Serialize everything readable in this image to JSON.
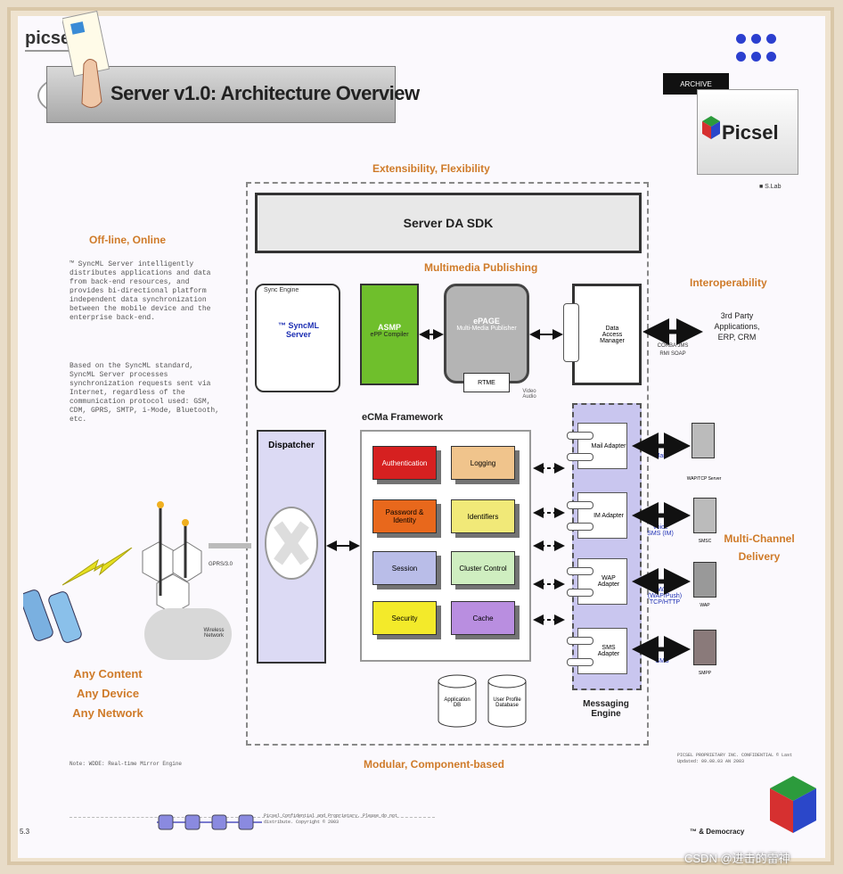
{
  "header": {
    "logo_text": "picsel",
    "title": "Server v1.0: Architecture Overview",
    "brand_box_label": "ARCHIVE",
    "brand_name": "Picsel",
    "brand_caption": "■ S.Lab"
  },
  "labels": {
    "extensibility": "Extensibility, Flexibility",
    "server_sdk": "Server DA SDK",
    "multimedia": "Multimedia Publishing",
    "offline_online": "Off-line, Online",
    "interoperability": "Interoperability",
    "third_party": "3rd Party Applications, ERP, CRM",
    "multi_channel": "Multi-Channel Delivery",
    "modular": "Modular, Component-based",
    "any_content": "Any Content",
    "any_device": "Any Device",
    "any_network": "Any Network",
    "messaging_engine": "Messaging Engine",
    "ecms": "eCMa Framework",
    "dispatcher": "Dispatcher",
    "sync_engine": "Sync Engine",
    "syncml_server": "™ SyncML Server",
    "asmp": "ASMP",
    "asmp_sub": "ePP Compiler",
    "epage": "ePAGE",
    "epage_sub": "Multi-Media Publisher",
    "rtme": "RTME",
    "video_audio": "Video Audio",
    "data_access": "Data Access Manager",
    "protocols_left": "CORBA JMS RMI SOAP",
    "wireless_net": "Wireless Network",
    "gprs": "GPRS/3.0",
    "page_num": "5.3",
    "bottom_note": "Note: WDDE: Real-time Mirror Engine",
    "bottom_right_note": "PICSEL PROPRIETARY INC. CONFIDENTIAL © Last Updated: 09.08.03 AN 2003",
    "bottom_center_note": "Picsel Confidential and Proprietary. Please do not distribute. Copyright © 2003",
    "democracy": "™ & Democracy",
    "watermark": "CSDN @进击的雷神"
  },
  "description": {
    "para1": "™ SyncML Server intelligently distributes applications and data from back-end resources, and provides bi-directional platform independent data synchronization between the mobile device and the enterprise back-end.",
    "para2": "Based on the SyncML standard, SyncML Server processes synchronization requests sent via Internet, regardless of the communication protocol used: GSM, CDM, GPRS, SMTP, i-Mode, Bluetooth, etc."
  },
  "components": [
    {
      "label": "Authentication",
      "color": "#d62020"
    },
    {
      "label": "Logging",
      "color": "#f0c48c"
    },
    {
      "label": "Password & Identity",
      "color": "#e8681c"
    },
    {
      "label": "Identifiers",
      "color": "#f1e978"
    },
    {
      "label": "Session",
      "color": "#b9bde8"
    },
    {
      "label": "Cluster Control",
      "color": "#cfeec0"
    },
    {
      "label": "Security",
      "color": "#f3ea2a"
    },
    {
      "label": "Cache",
      "color": "#b98ee0"
    }
  ],
  "databases": [
    "Application DB",
    "User Profile Database"
  ],
  "adapters": [
    {
      "label": "Mail Adapter",
      "channel": "Mail",
      "server": "WAP/TCP Server"
    },
    {
      "label": "IM Adapter",
      "channel": "Voice SMS (IM)",
      "server": "SMSC"
    },
    {
      "label": "WAP Adapter",
      "channel": "WAP (WAP/Push) TCP/HTTP",
      "server": "WAP"
    },
    {
      "label": "SMS Adapter",
      "channel": "SMS",
      "server": "SMPP"
    }
  ],
  "colors": {
    "orange": "#cf7b29",
    "asmp_green": "#6fbf2c",
    "dispatcher_fill": "#dcdaf4",
    "messaging_fill": "#c9c6ef",
    "blue_link": "#1d2fb3"
  }
}
